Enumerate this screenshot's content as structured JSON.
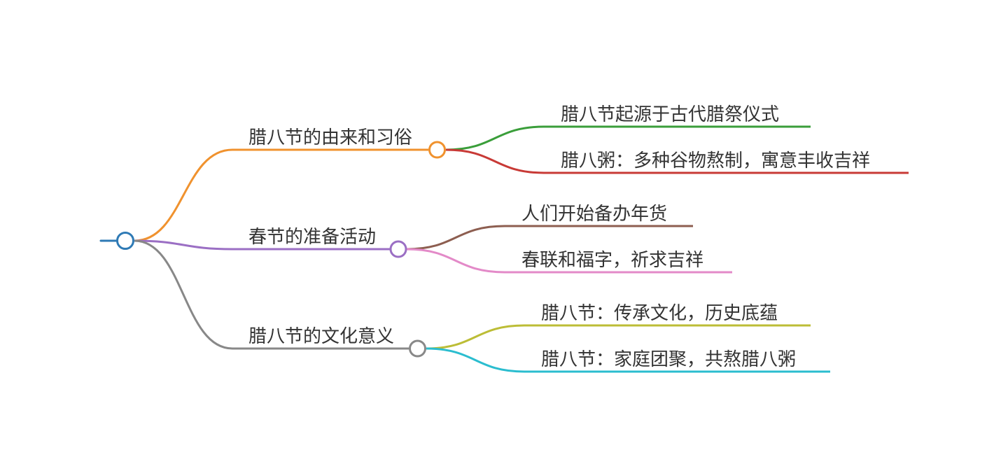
{
  "mindmap": {
    "branches": [
      {
        "label": "腊八节的由来和习俗",
        "color": "#f0922e",
        "children": [
          {
            "label": "腊八节起源于古代腊祭仪式",
            "color": "#3a9e3a"
          },
          {
            "label": "腊八粥：多种谷物熬制，寓意丰收吉祥",
            "color": "#c83a36"
          }
        ]
      },
      {
        "label": "春节的准备活动",
        "color": "#9b6fc4",
        "children": [
          {
            "label": "人们开始备办年货",
            "color": "#8d5e50"
          },
          {
            "label": "春联和福字，祈求吉祥",
            "color": "#e38ac8"
          }
        ]
      },
      {
        "label": "腊八节的文化意义",
        "color": "#888888",
        "children": [
          {
            "label": "腊八节：传承文化，历史底蕴",
            "color": "#bcbd36"
          },
          {
            "label": "腊八节：家庭团聚，共熬腊八粥",
            "color": "#2bbdcf"
          }
        ]
      }
    ],
    "root_color": "#2e7ab5"
  }
}
